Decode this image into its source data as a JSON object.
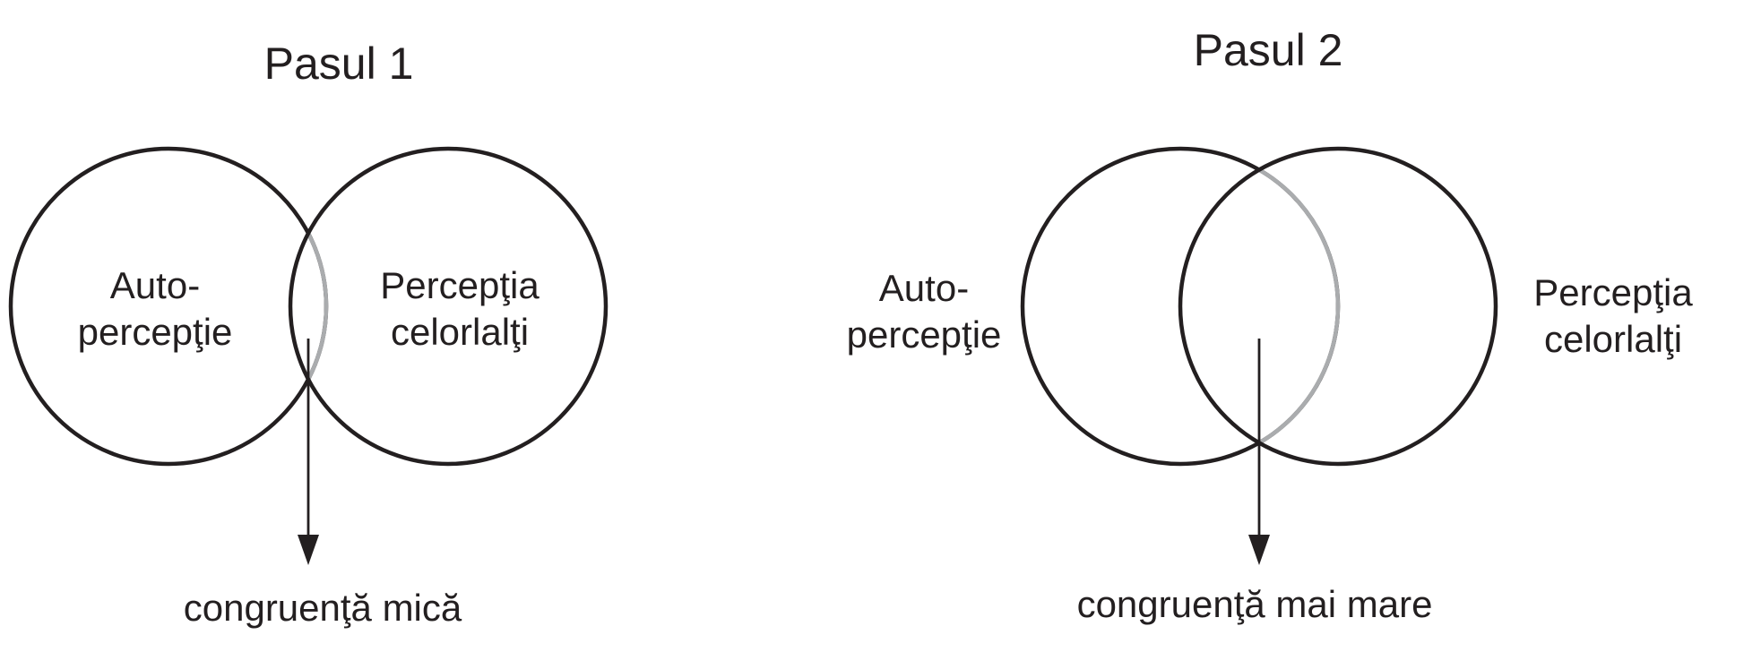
{
  "page": {
    "background": "#ffffff"
  },
  "colors": {
    "line": "#231f20",
    "text": "#231f20",
    "overlap_arc": "#aaacae"
  },
  "diagrams": [
    {
      "title": "Pasul 1",
      "left_label": [
        "Auto-",
        "percepţie"
      ],
      "right_label": [
        "Percepţia",
        "celorlalţi"
      ],
      "caption": "congruenţă mică"
    },
    {
      "title": "Pasul 2",
      "left_label": [
        "Auto-",
        "percepţie"
      ],
      "right_label": [
        "Percepţia",
        "celorlalţi"
      ],
      "caption": "congruenţă mai mare"
    }
  ]
}
